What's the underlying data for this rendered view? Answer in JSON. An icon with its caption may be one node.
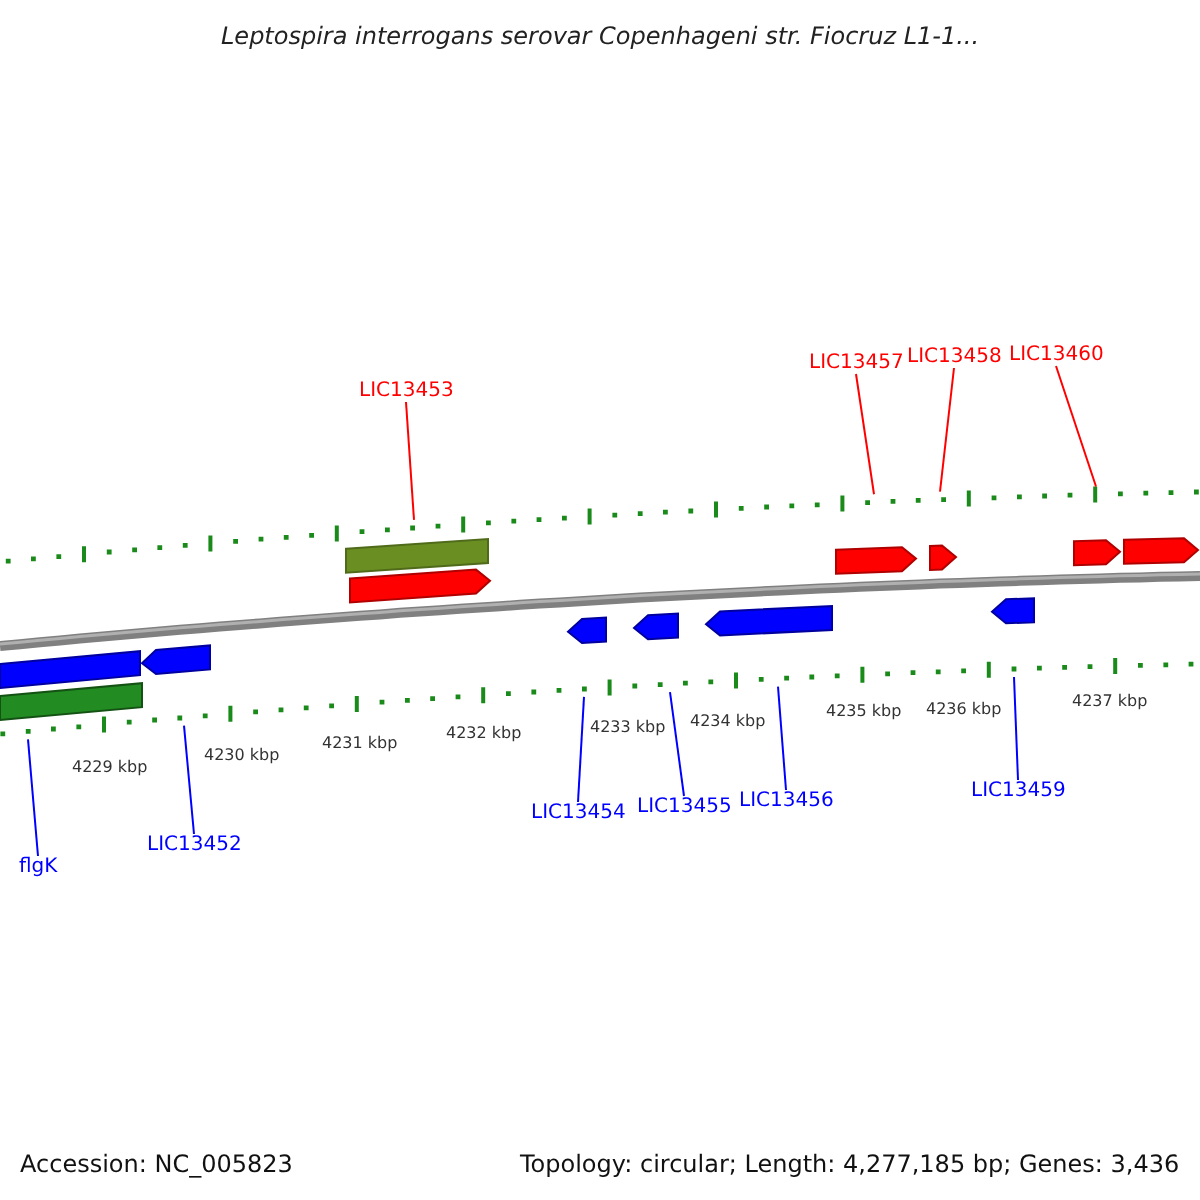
{
  "diagram": {
    "title": "Leptospira interrogans serovar Copenhageni str. Fiocruz L1-1...",
    "nodes": [
      {
        "text": [
          "LIC13453"
        ]
      },
      {
        "text": [
          "LIC13457"
        ]
      },
      {
        "text": [
          "LIC13458"
        ]
      },
      {
        "text": [
          "LIC13460"
        ]
      },
      {
        "text": [
          "flgK"
        ]
      },
      {
        "text": [
          "LIC13452"
        ]
      },
      {
        "text": [
          "LIC13454"
        ]
      },
      {
        "text": [
          "LIC13455"
        ]
      },
      {
        "text": [
          "LIC13456"
        ]
      },
      {
        "text": [
          "LIC13459"
        ]
      },
      {
        "text": [],
        "shape": "scale"
      },
      {
        "text": [],
        "shape": "scale"
      }
    ],
    "edges": [
      {
        "from": 0,
        "to": 10,
        "arrow": "none",
        "color": "#ff0000"
      },
      {
        "from": 1,
        "to": 10,
        "arrow": "none",
        "color": "#ff0000"
      },
      {
        "from": 2,
        "to": 10,
        "arrow": "none",
        "color": "#ff0000"
      },
      {
        "from": 3,
        "to": 10,
        "arrow": "none",
        "color": "#ff0000"
      },
      {
        "from": 4,
        "to": 11,
        "arrow": "none"
      },
      {
        "from": 5,
        "to": 11,
        "arrow": "none"
      },
      {
        "from": 6,
        "to": 11,
        "arrow": "none"
      },
      {
        "from": 7,
        "to": 11,
        "arrow": "none"
      },
      {
        "from": 8,
        "to": 11,
        "arrow": "none"
      },
      {
        "from": 9,
        "to": 11,
        "arrow": "none"
      }
    ],
    "labels": [
      "4229 kbp",
      "4230 kbp",
      "4231 kbp",
      "4232 kbp",
      "4233 kbp",
      "4234 kbp",
      "4235 kbp",
      "4236 kbp",
      "4237 kbp",
      "Accession: NC_005823",
      "Topology: circular; Length: 4,277,185 bp; Genes: 3,436"
    ]
  }
}
